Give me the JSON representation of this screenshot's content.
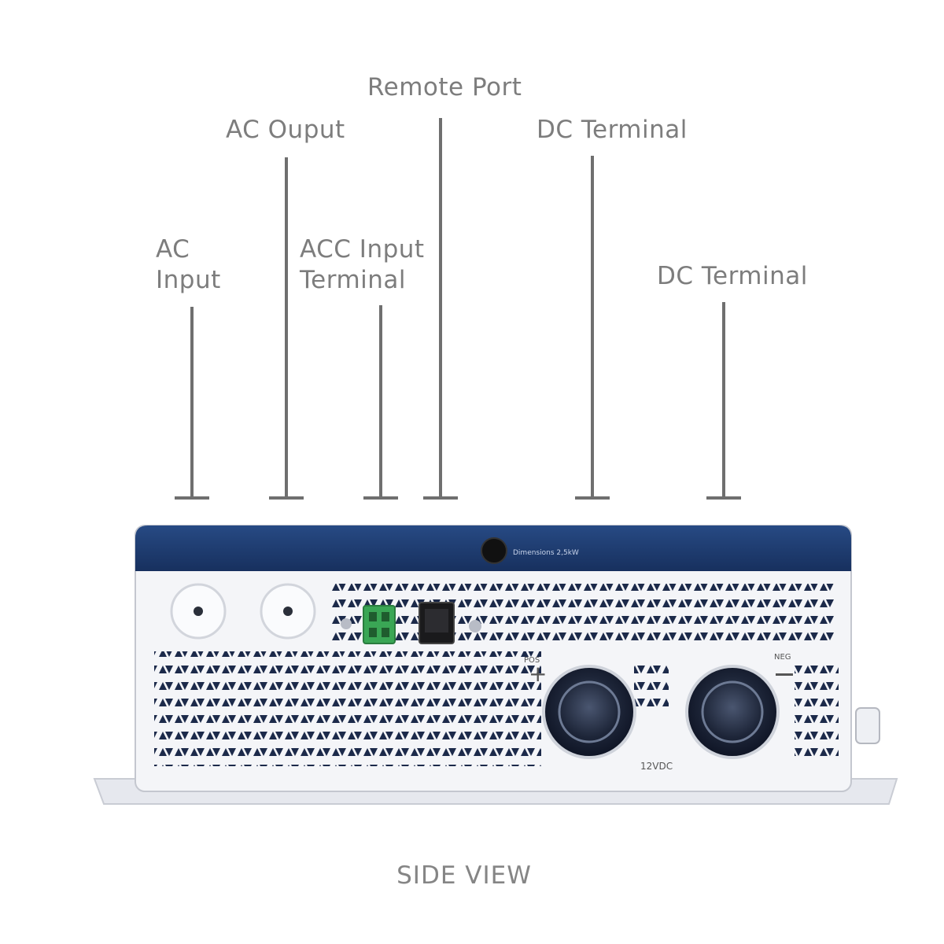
{
  "callouts": {
    "ac_input": "AC\nInput",
    "ac_output": "AC Ouput",
    "acc_input_terminal": "ACC Input\nTerminal",
    "remote_port": "Remote Port",
    "dc_terminal_1": "DC Terminal",
    "dc_terminal_2": "DC Terminal"
  },
  "device": {
    "brand_text": "Dimensions 2,5kW",
    "pos_label": "POS",
    "neg_label": "NEG",
    "voltage_label": "12VDC"
  },
  "footer": {
    "view_label": "SIDE VIEW"
  },
  "colors": {
    "brand_band": "#1d3a6e",
    "housing": "#f4f5f8",
    "terminal_block": "#3aa655",
    "callout_text": "#7d7d7d",
    "leader": "#6f6f6f"
  }
}
